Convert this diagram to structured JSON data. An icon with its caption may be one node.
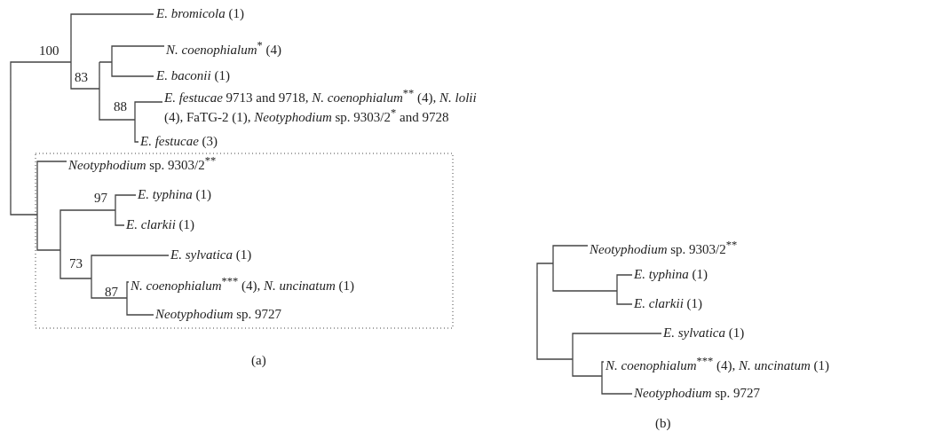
{
  "diagram": {
    "labels": [
      "100",
      "*E. bromicola* (1)",
      "*N. coenophialum*$^{*}$ (4)",
      "83",
      "*E. baconii* (1)",
      "88",
      "*E. festucae* 9713 and 9718, *N. coenophialum*$^{**}$ (4), *N. lolii* (4), FaTG-2 (1), *Neotyphodium* sp. 9303/2$^{*}$ and 9728",
      "*E. festucae* (3)",
      "*Neotyphodium* sp. 9303/2$^{**}$",
      "97",
      "*E. typhina* (1)",
      "*E. clarkii* (1)",
      "73",
      "*E. sylvatica* (1)",
      "87",
      "*N. coenophialum*$^{***}$ (4), *N. uncinatum* (1)",
      "*Neotyphodium* sp. 9727",
      "(a)",
      "*Neotyphodium* sp. 9303/2$^{**}$",
      "*E. typhina* (1)",
      "*E. clarkii* (1)",
      "*E. sylvatica* (1)",
      "*N. coenophialum*$^{***}$ (4), *N. uncinatum* (1)",
      "*Neotyphodium* sp. 9727",
      "(b)"
    ]
  }
}
